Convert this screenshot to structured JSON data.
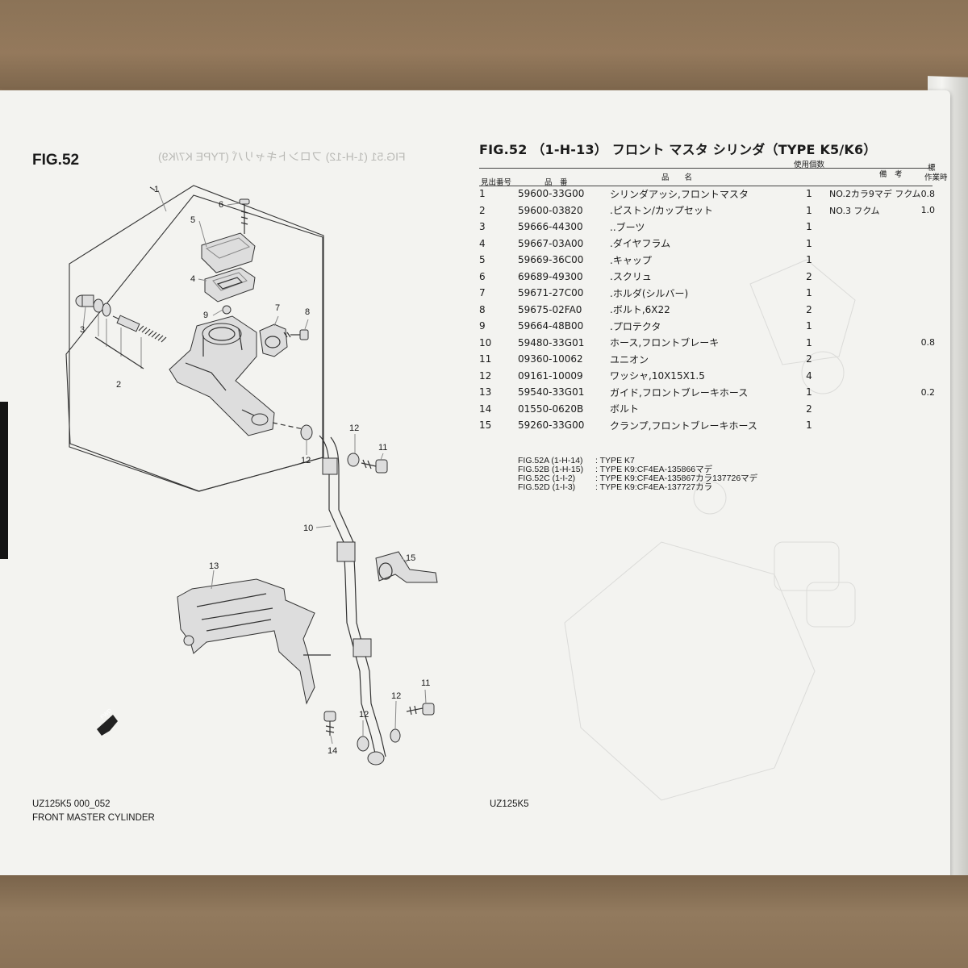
{
  "left_figure": {
    "title": "FIG.52",
    "callouts": [
      "1",
      "6",
      "5",
      "4",
      "9",
      "7",
      "8",
      "3",
      "2",
      "12",
      "11",
      "12",
      "10",
      "13",
      "15",
      "12",
      "11",
      "12",
      "14"
    ],
    "fwd_label": "FWD",
    "footer_code": "UZ125K5 000_052",
    "footer_name": "FRONT MASTER CYLINDER"
  },
  "ghost_title": "FIG.51 (1-H-12) フロントキャリパ (TYPE K7/K9)",
  "right_table": {
    "title": "FIG.52 （1-H-13） フロント マスタ シリンダ（TYPE K5/K6）",
    "headers": {
      "item": "見出番号",
      "part_no": "品　番",
      "name": "品　　名",
      "qty": "使用個数",
      "remarks": "備　考",
      "std_1": "標",
      "std_2": "作業時"
    },
    "rows": [
      {
        "no": "1",
        "part": "59600-33G00",
        "name": "シリンダアッシ,フロントマスタ",
        "qty": "1",
        "remark": "NO.2カラ9マデ フクム",
        "extra": "0.8"
      },
      {
        "no": "2",
        "part": "59600-03820",
        "name": ".ピストン/カップセット",
        "qty": "1",
        "remark": "NO.3 フクム",
        "extra": "1.0"
      },
      {
        "no": "3",
        "part": "59666-44300",
        "name": "..ブーツ",
        "qty": "1",
        "remark": "",
        "extra": ""
      },
      {
        "no": "4",
        "part": "59667-03A00",
        "name": ".ダイヤフラム",
        "qty": "1",
        "remark": "",
        "extra": ""
      },
      {
        "no": "5",
        "part": "59669-36C00",
        "name": ".キャップ",
        "qty": "1",
        "remark": "",
        "extra": ""
      },
      {
        "no": "6",
        "part": "69689-49300",
        "name": ".スクリュ",
        "qty": "2",
        "remark": "",
        "extra": ""
      },
      {
        "no": "7",
        "part": "59671-27C00",
        "name": ".ホルダ(シルバー)",
        "qty": "1",
        "remark": "",
        "extra": ""
      },
      {
        "no": "8",
        "part": "59675-02FA0",
        "name": ".ボルト,6X22",
        "qty": "2",
        "remark": "",
        "extra": ""
      },
      {
        "no": "9",
        "part": "59664-48B00",
        "name": ".プロテクタ",
        "qty": "1",
        "remark": "",
        "extra": ""
      },
      {
        "no": "10",
        "part": "59480-33G01",
        "name": "ホース,フロントブレーキ",
        "qty": "1",
        "remark": "",
        "extra": "0.8"
      },
      {
        "no": "11",
        "part": "09360-10062",
        "name": "ユニオン",
        "qty": "2",
        "remark": "",
        "extra": ""
      },
      {
        "no": "12",
        "part": "09161-10009",
        "name": "ワッシャ,10X15X1.5",
        "qty": "4",
        "remark": "",
        "extra": ""
      },
      {
        "no": "13",
        "part": "59540-33G01",
        "name": "ガイド,フロントブレーキホース",
        "qty": "1",
        "remark": "",
        "extra": "0.2"
      },
      {
        "no": "14",
        "part": "01550-0620B",
        "name": "ボルト",
        "qty": "2",
        "remark": "",
        "extra": ""
      },
      {
        "no": "15",
        "part": "59260-33G00",
        "name": "クランプ,フロントブレーキホース",
        "qty": "1",
        "remark": "",
        "extra": ""
      }
    ],
    "notes": [
      {
        "ref": "FIG.52A  (1-H-14)",
        "text": ": TYPE K7"
      },
      {
        "ref": "FIG.52B  (1-H-15)",
        "text": ": TYPE K9:CF4EA-135866マデ"
      },
      {
        "ref": "FIG.52C  (1-I-2)",
        "text": ": TYPE K9:CF4EA-135867カラ137726マデ"
      },
      {
        "ref": "FIG.52D  (1-I-3)",
        "text": ": TYPE K9:CF4EA-137727カラ"
      }
    ],
    "footer_code": "UZ125K5"
  },
  "colors": {
    "paper": "#f3f3f0",
    "ink": "#1a1a1a",
    "ghost_ink": "#b9b9b5",
    "background": "#8a7156"
  }
}
